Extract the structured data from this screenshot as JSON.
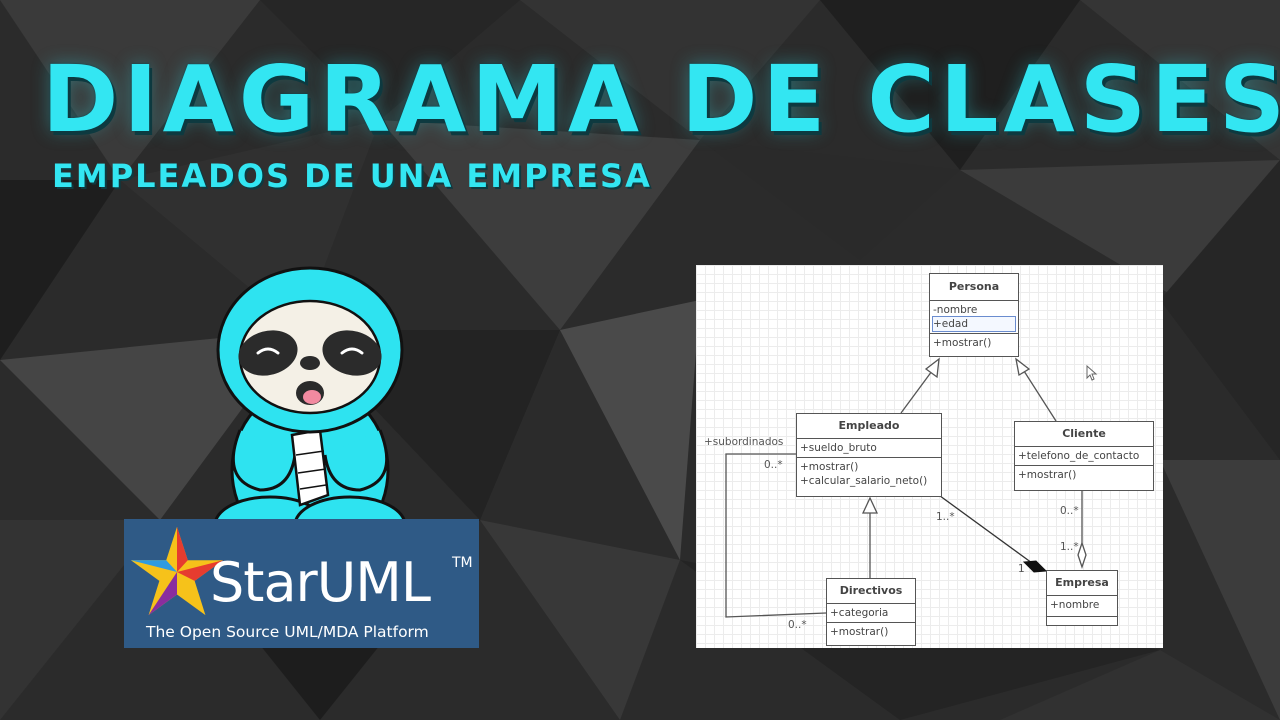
{
  "thumbnail": {
    "title": "DIAGRAMA DE CLASES",
    "subtitle": "EMPLEADOS DE UNA EMPRESA",
    "accent_color": "#33e6f2"
  },
  "logo": {
    "name": "StarUML",
    "trademark": "TM",
    "tagline": "The Open Source UML/MDA Platform",
    "icon": "star-icon"
  },
  "mascot": {
    "icon": "sloth-mascot-icon"
  },
  "uml": {
    "classes": {
      "persona": {
        "name": "Persona",
        "attributes": [
          "-nombre",
          "+edad"
        ],
        "operations": [
          "+mostrar()"
        ]
      },
      "empleado": {
        "name": "Empleado",
        "attributes": [
          "+sueldo_bruto"
        ],
        "operations": [
          "+mostrar()",
          "+calcular_salario_neto()"
        ]
      },
      "cliente": {
        "name": "Cliente",
        "attributes": [
          "+telefono_de_contacto"
        ],
        "operations": [
          "+mostrar()"
        ]
      },
      "directivos": {
        "name": "Directivos",
        "attributes": [
          "+categoria"
        ],
        "operations": [
          "+mostrar()"
        ]
      },
      "empresa": {
        "name": "Empresa",
        "attributes": [
          "+nombre"
        ],
        "operations": []
      }
    },
    "labels": {
      "subordinados_role": "+subordinados",
      "subordinados_mult_top": "0..*",
      "subordinados_mult_bottom": "0..*",
      "empleado_empresa_mult": "1..*",
      "empresa_empleado_mult": "1",
      "cliente_mult": "0..*",
      "empresa_cliente_mult": "1..*"
    }
  }
}
